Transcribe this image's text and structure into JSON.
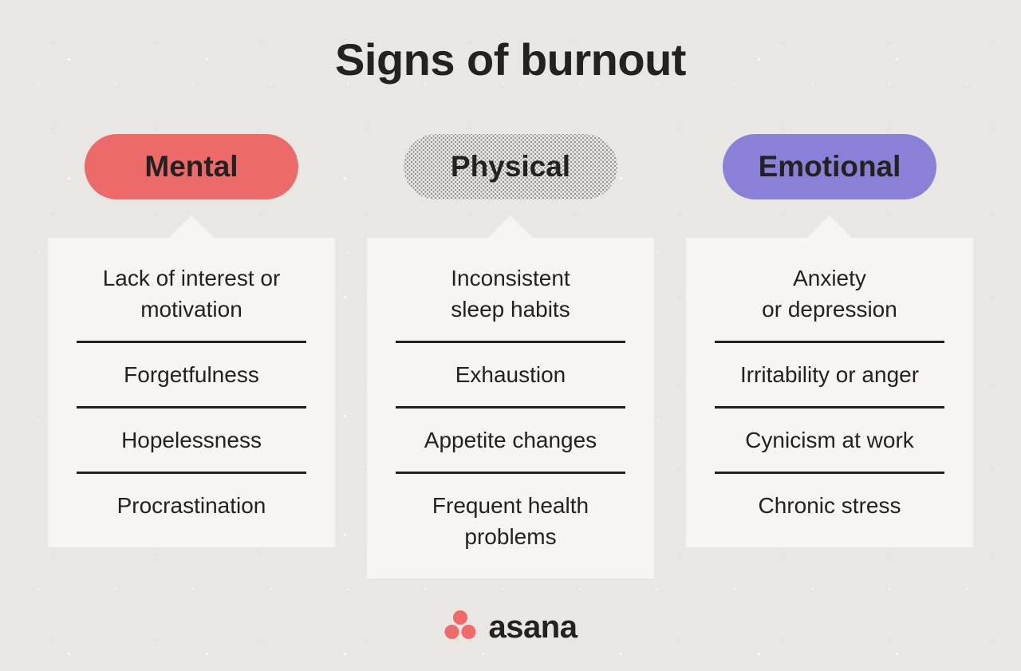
{
  "title": "Signs of burnout",
  "colors": {
    "background": "#e9e7e4",
    "card": "#f6f5f3",
    "text": "#242220",
    "divider": "#242220",
    "mental_pill": "#ed6a6a",
    "emotional_pill": "#8b80d7",
    "logo_dot": "#f2696b"
  },
  "columns": [
    {
      "label": "Mental",
      "style": "solid-coral",
      "items": [
        "Lack of interest or\nmotivation",
        "Forgetfulness",
        "Hopelessness",
        "Procrastination"
      ]
    },
    {
      "label": "Physical",
      "style": "halftone-dots",
      "items": [
        "Inconsistent\nsleep habits",
        "Exhaustion",
        "Appetite changes",
        "Frequent health\nproblems"
      ]
    },
    {
      "label": "Emotional",
      "style": "solid-purple",
      "items": [
        "Anxiety\nor depression",
        "Irritability or anger",
        "Cynicism at work",
        "Chronic stress"
      ]
    }
  ],
  "footer": {
    "logo_text": "asana"
  }
}
